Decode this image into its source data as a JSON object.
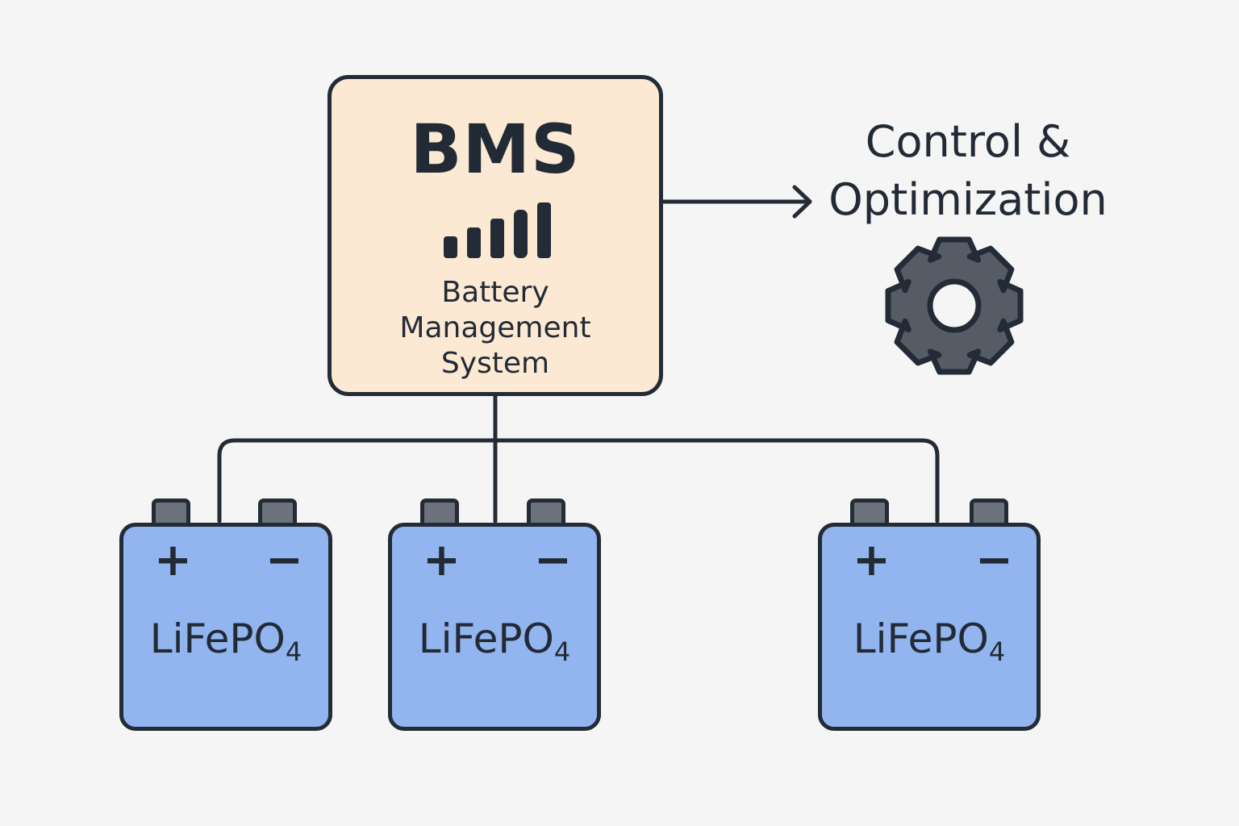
{
  "bms": {
    "title": "BMS",
    "subtitle_lines": [
      "Battery",
      "Management",
      "System"
    ],
    "signal_bars": 5,
    "fill_color": "#fbe9d3"
  },
  "output": {
    "label_line1": "Control &",
    "label_line2": "Optimization",
    "icon": "gear-icon"
  },
  "batteries": [
    {
      "chemistry": "LiFePO",
      "subscript": "4",
      "positive": "+",
      "negative": "−"
    },
    {
      "chemistry": "LiFePO",
      "subscript": "4",
      "positive": "+",
      "negative": "−"
    },
    {
      "chemistry": "LiFePO",
      "subscript": "4",
      "positive": "+",
      "negative": "−"
    }
  ],
  "colors": {
    "background": "#f5f5f5",
    "stroke": "#232b36",
    "battery_fill": "#93b5ef",
    "terminal": "#6c737c",
    "gear_fill": "#555c66"
  }
}
